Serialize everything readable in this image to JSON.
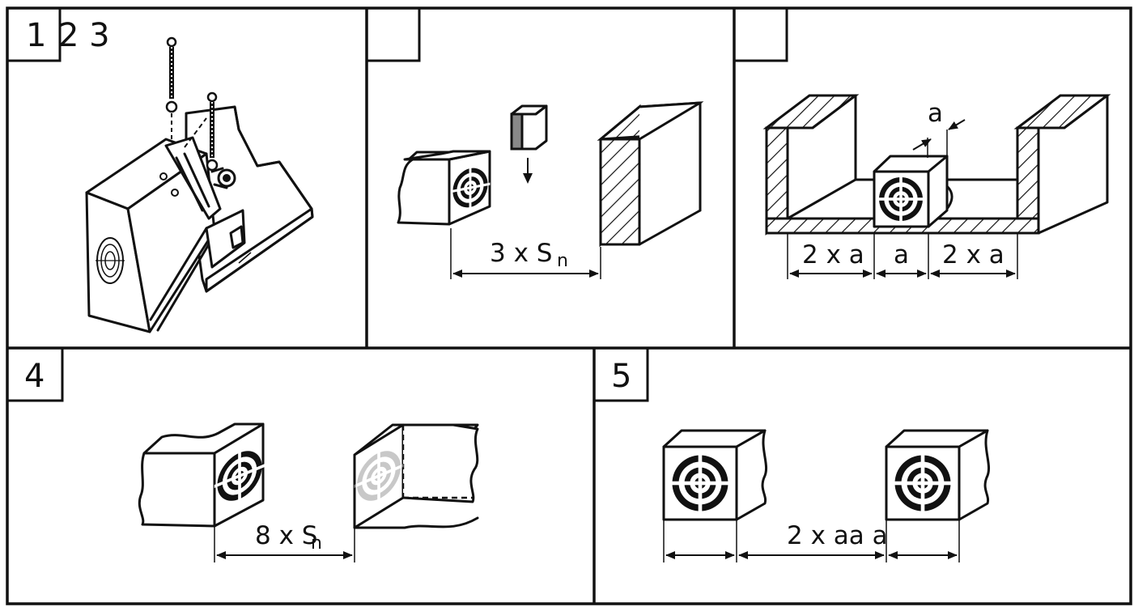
{
  "colors": {
    "line": "#111111",
    "background": "#ffffff",
    "ghost": "#aaaaaa",
    "target_side": "#888888"
  },
  "panels": {
    "p1": {
      "label": "1",
      "label_extra": "2 3"
    },
    "p2": {
      "label": ""
    },
    "p3": {
      "label": ""
    },
    "p4": {
      "label": "4"
    },
    "p5": {
      "label": "5"
    }
  },
  "dims": {
    "p2_prefix": "3 x  S",
    "p2_sub": "n",
    "p3_a_top": "a",
    "p3_left": "2 x a",
    "p3_mid": "a",
    "p3_right": "2 x a",
    "p4_prefix": "8 x S",
    "p4_sub": "n",
    "p5_label": "2 x aa a"
  },
  "icons": [
    "sensor-target-icon",
    "arrow-down-icon",
    "hatched-wall-icon",
    "mounting-screw-icon"
  ]
}
